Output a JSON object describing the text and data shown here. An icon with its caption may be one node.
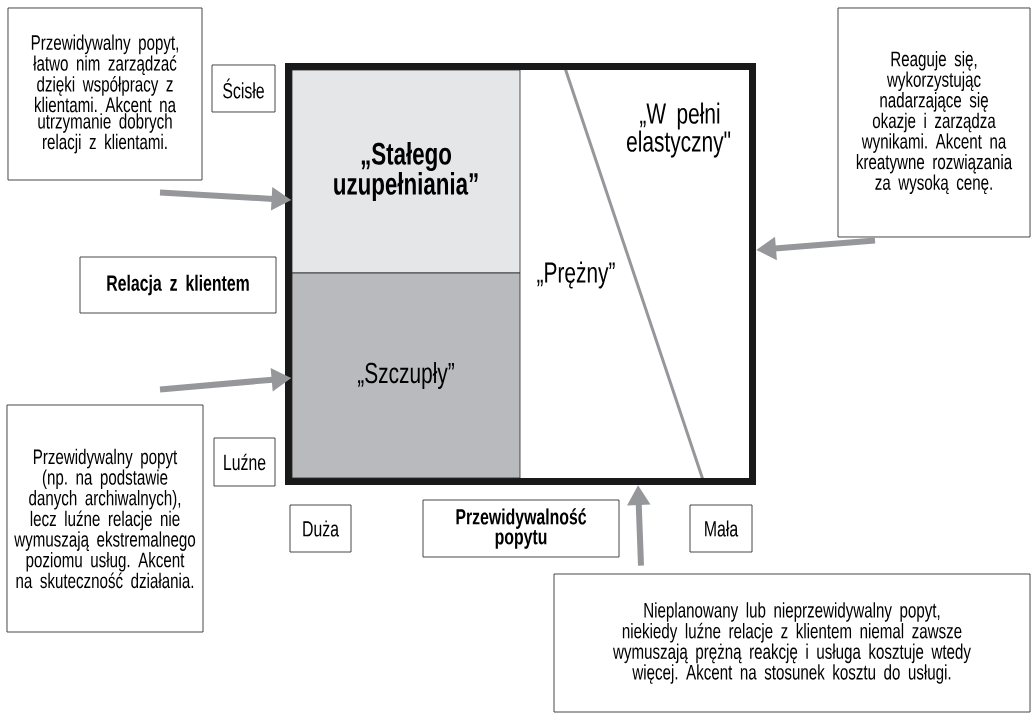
{
  "diagram": {
    "nodes": [
      {
        "text": [
          "Przewidywalny popyt, łatwo nim zarządzać dzięki współpracy z klientami. Akcent na utrzymanie dobrych relacji z klientami."
        ]
      },
      {
        "text": [
          "Ścisłe"
        ]
      },
      {
        "text": [],
        "shape": "box"
      },
      {
        "text": [
          "„Stałego uzupełniania”"
        ],
        "in": 2
      },
      {
        "text": [
          "„W pełni elastyczny\""
        ],
        "in": 2
      },
      {
        "text": [
          "Reaguje się, wykorzystując nadarzające się okazje i zarządza wynikami. Akcent na kreatywne rozwiązania za wysoką cenę."
        ]
      },
      {
        "text": [
          "Relacja z klientem"
        ]
      },
      {
        "text": [
          "„Prężny”"
        ],
        "in": 2
      },
      {
        "text": [
          "„Szczupły”"
        ],
        "in": 2
      },
      {
        "text": [
          "Przewidywalny popyt (np. na podstawie danych archiwalnych), lecz luźne relacje nie wymuszają ekstremalnego poziomu usług. Akcent na skuteczność działania."
        ]
      },
      {
        "text": [
          "Luźne"
        ]
      },
      {
        "text": [
          "Duża"
        ]
      },
      {
        "text": [
          "Przewidywalność popytu"
        ]
      },
      {
        "text": [
          "Mała"
        ]
      },
      {
        "text": [
          "Nieplanowany lub nieprzewidywalny popyt, niekiedy luźne relacje z klientem niemal zawsze wymuszają prężną reakcję i usługa kosztuje wtedy więcej. Akcent na stosunek kosztu do usługi."
        ]
      }
    ],
    "edges": [
      {
        "from": 0,
        "to": 3,
        "arrow": "to"
      },
      {
        "from": 9,
        "to": 8,
        "arrow": "to"
      },
      {
        "from": 5,
        "to": 2,
        "arrow": "to"
      },
      {
        "from": 14,
        "to": 2,
        "arrow": "to"
      }
    ]
  }
}
